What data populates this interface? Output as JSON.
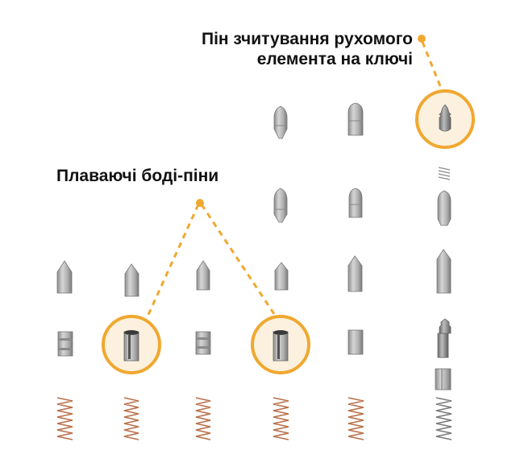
{
  "labels": {
    "reading_pin_line1": "Пін зчитування рухомого",
    "reading_pin_line2": "елемента на ключі",
    "floating_body_pins": "Плаваючі боді-піни"
  },
  "colors": {
    "accent": "#F0A830",
    "accent_fill": "#FBF1DE",
    "pin_metal": "#A9A9A9",
    "pin_dark": "#6E6E6E",
    "spring": "#B8704A",
    "spring_steel": "#8A8A8A"
  },
  "layout_notes": {
    "columns": 6,
    "rows": [
      "key pins",
      "driver pins",
      "springs"
    ]
  }
}
